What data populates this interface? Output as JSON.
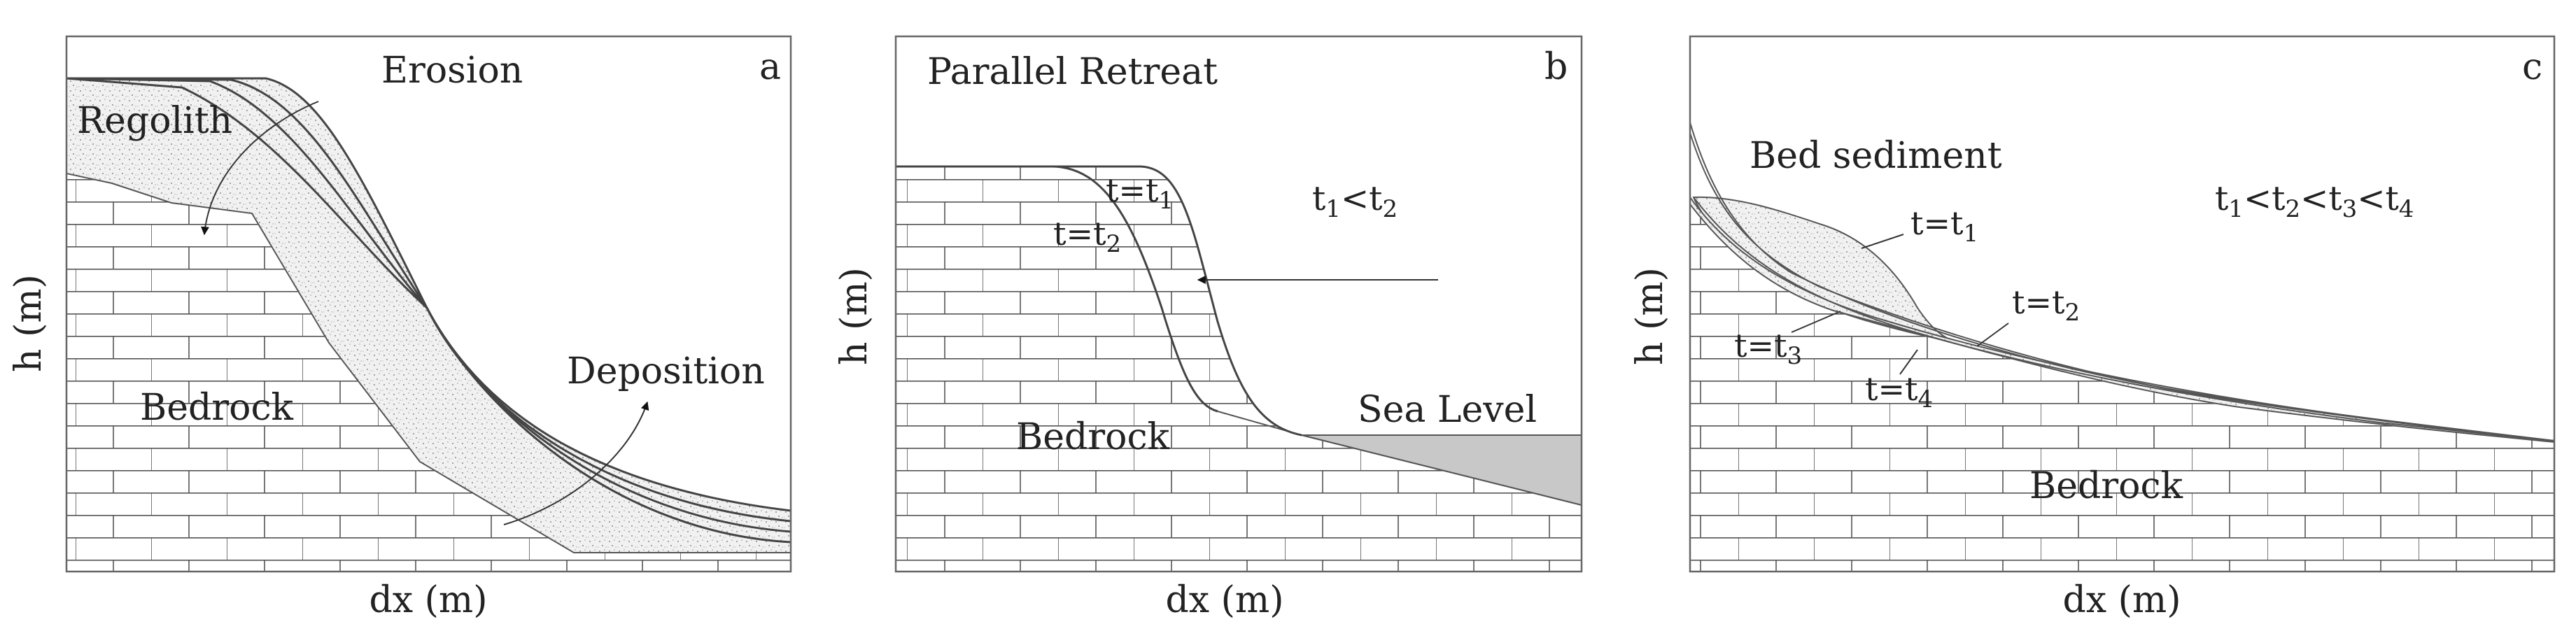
{
  "panels": {
    "a": {
      "letter": "a",
      "xlabel": "dx (m)",
      "ylabel": "h (m)",
      "labels": {
        "erosion": "Erosion",
        "regolith": "Regolith",
        "deposition": "Deposition",
        "bedrock": "Bedrock"
      }
    },
    "b": {
      "letter": "b",
      "xlabel": "dx (m)",
      "ylabel": "h (m)",
      "labels": {
        "title": "Parallel Retreat",
        "t1": "t=t",
        "t1_sub": "1",
        "t2": "t=t",
        "t2_sub": "2",
        "order": "t",
        "order_sub1": "1",
        "order_mid": "<t",
        "order_sub2": "2",
        "sea_level": "Sea Level",
        "bedrock": "Bedrock"
      }
    },
    "c": {
      "letter": "c",
      "xlabel": "dx (m)",
      "ylabel": "h (m)",
      "labels": {
        "bed_sediment": "Bed sediment",
        "t1": "t=t",
        "t1_sub": "1",
        "t2": "t=t",
        "t2_sub": "2",
        "t3": "t=t",
        "t3_sub": "3",
        "t4": "t=t",
        "t4_sub": "4",
        "order_t": "t",
        "order_s1": "1",
        "order_lt1": "<t",
        "order_s2": "2",
        "order_lt2": "<t",
        "order_s3": "3",
        "order_lt3": "<t",
        "order_s4": "4",
        "bedrock": "Bedrock"
      }
    }
  },
  "colors": {
    "sea": "#c8c8c8",
    "sediment": "#eeeeee",
    "frame": "#666666",
    "brick": "#555555"
  }
}
